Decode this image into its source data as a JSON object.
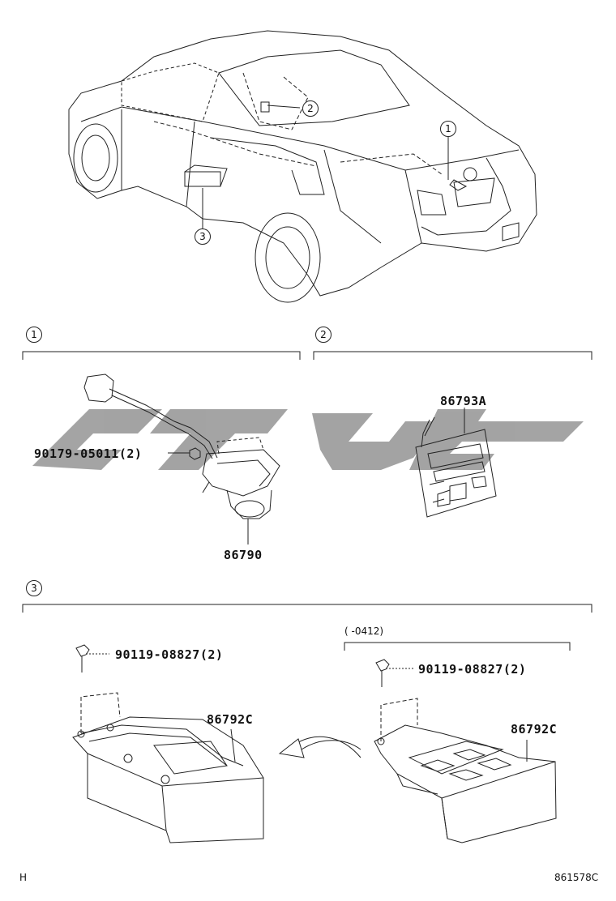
{
  "callouts": {
    "c1": "1",
    "c2": "2",
    "c3": "3"
  },
  "section1": {
    "bolt_part": "90179-05011(2)",
    "lamp_part": "86790"
  },
  "section2": {
    "label_part": "86793A"
  },
  "section3": {
    "bolt_part_left": "90119-08827(2)",
    "cover_part_left": "86792C",
    "date_range": "(      -0412)",
    "bolt_part_right": "90119-08827(2)",
    "cover_part_right": "86792C"
  },
  "footer": {
    "left_code": "H",
    "right_code": "861578C"
  },
  "colors": {
    "line": "#222222",
    "watermark": "#9a9a9a"
  }
}
